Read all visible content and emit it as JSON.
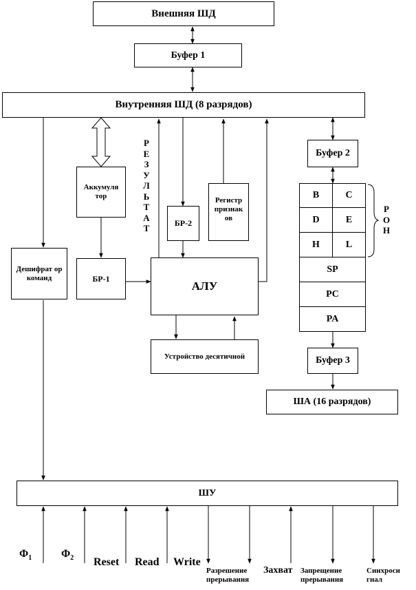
{
  "blocks": {
    "external_bus": "Внешняя ШД",
    "buffer1": "Буфер 1",
    "internal_bus": "Внутренняя ШД (8 разрядов)",
    "accumulator": "Аккумуля тор",
    "decoder": "Дешифрат ор команд",
    "br1": "БР-1",
    "br2": "БР-2",
    "flags_register": "Регистр признак ов",
    "alu": "АЛУ",
    "decimal_unit": "Устройство десятичной",
    "buffer2": "Буфер 2",
    "buffer3": "Буфер 3",
    "address_bus": "ША (16 разрядов)",
    "control_bus": "ШУ"
  },
  "rezultat_letters": [
    "Р",
    "Е",
    "З",
    "У",
    "Л",
    "Ь",
    "Т",
    "А",
    "Т"
  ],
  "ron_letters": [
    "Р",
    "О",
    "Н"
  ],
  "registers": {
    "grid": [
      [
        "B",
        "C"
      ],
      [
        "D",
        "E"
      ],
      [
        "H",
        "L"
      ]
    ],
    "sp": "SP",
    "pc": "PC",
    "pa": "PA"
  },
  "signals": {
    "phi1": "Φ",
    "phi1_sub": "1",
    "phi2": "Φ",
    "phi2_sub": "2",
    "reset": "Reset",
    "read": "Read",
    "write": "Write",
    "int_enable": "Разрешение прерывания",
    "hold": "Захват",
    "int_disable": "Запрещение прерывания",
    "sync": "Синхроси гнал"
  }
}
